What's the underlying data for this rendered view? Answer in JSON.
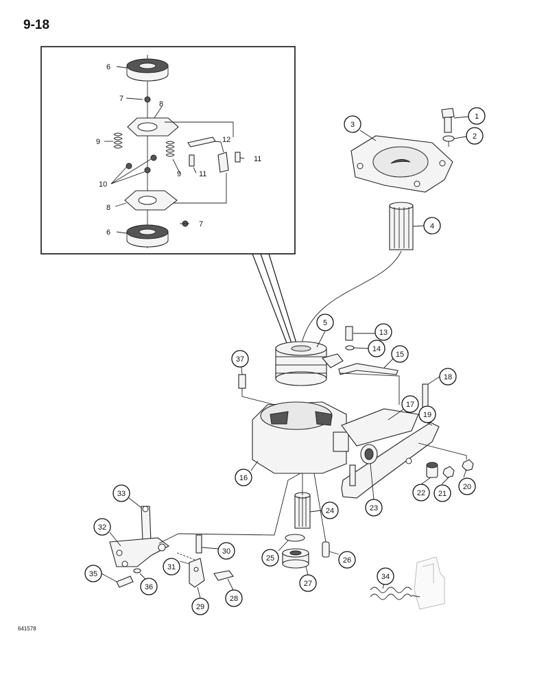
{
  "page_number": "9-18",
  "figure_code": "641578",
  "callouts": {
    "c1": "1",
    "c2": "2",
    "c3": "3",
    "c4": "4",
    "c5": "5",
    "c13": "13",
    "c14": "14",
    "c15": "15",
    "c16": "16",
    "c17": "17",
    "c18": "18",
    "c19": "19",
    "c20": "20",
    "c21": "21",
    "c22": "22",
    "c23": "23",
    "c24": "24",
    "c25": "25",
    "c26": "26",
    "c27": "27",
    "c28": "28",
    "c29": "29",
    "c30": "30",
    "c31": "31",
    "c32": "32",
    "c33": "33",
    "c34": "34",
    "c35": "35",
    "c36": "36",
    "c37": "37"
  },
  "inset_labels": {
    "l6a": "6",
    "l7a": "7",
    "l8a": "8",
    "l9a": "9",
    "l12": "12",
    "l11a": "11",
    "l9b": "9",
    "l11b": "11",
    "l10": "10",
    "l8b": "8",
    "l7b": "7",
    "l6b": "6"
  }
}
